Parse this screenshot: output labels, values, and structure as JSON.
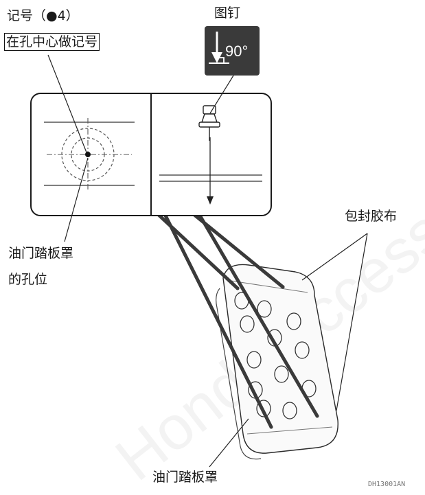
{
  "labels": {
    "mark": "记号（●4）",
    "mark_at_center": "在孔中心做记号",
    "pushpin": "图钉",
    "angle": "90°",
    "tape": "包封胶布",
    "pedal_hole_line1": "油门踏板罩",
    "pedal_hole_line2": "的孔位",
    "pedal_pad": "油门踏板罩",
    "figure_code": "DH13001AN"
  },
  "watermark": "Honda Access",
  "colors": {
    "line": "#1a1a1a",
    "icon_bg": "#3a3a3a",
    "dashed": "#555555"
  }
}
